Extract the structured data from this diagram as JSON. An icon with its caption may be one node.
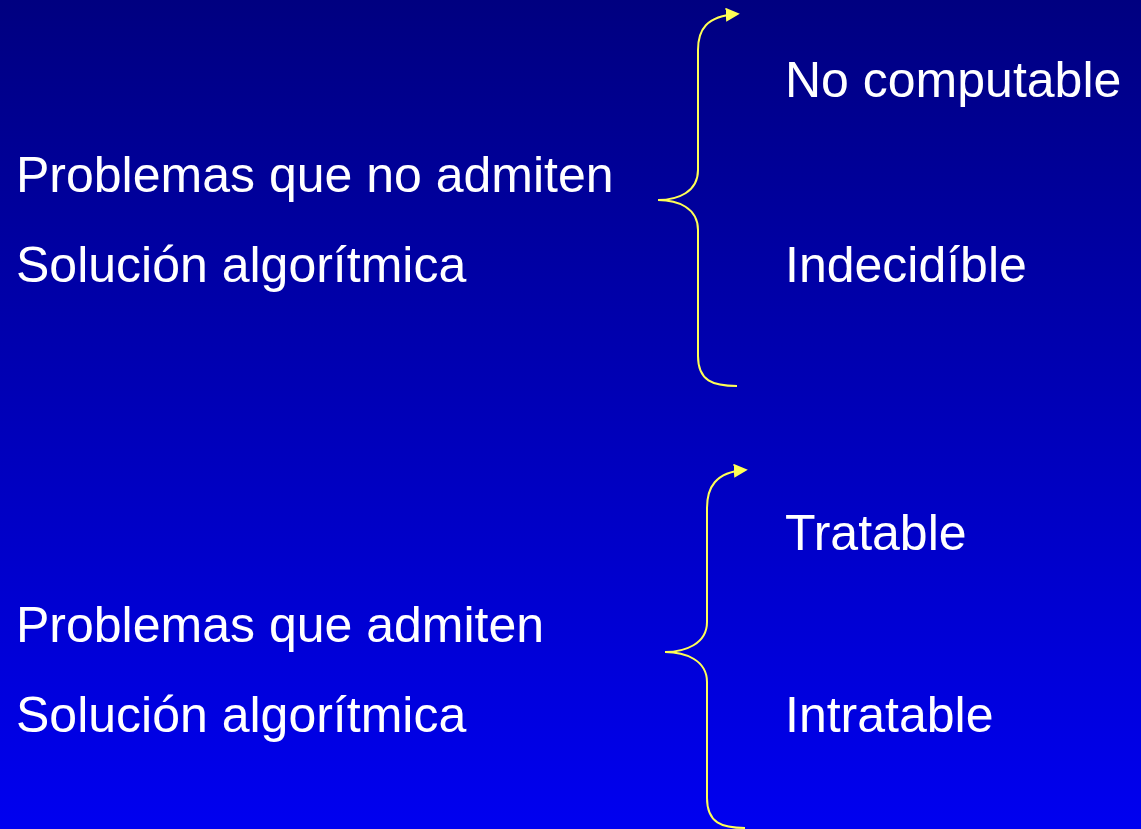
{
  "diagram": {
    "labels": [
      "Problemas que no admiten Solución algorítmica",
      "No computable",
      "Indecidíble",
      "Problemas que admiten Solución algorítmica",
      "Tratable",
      "Intratable"
    ]
  }
}
